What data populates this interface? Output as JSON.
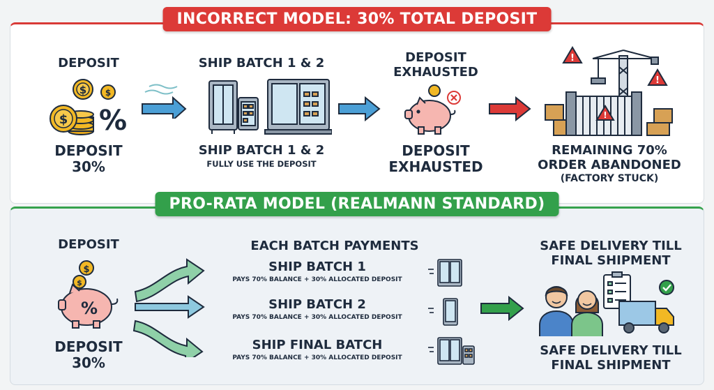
{
  "incorrect": {
    "banner": "INCORRECT MODEL: 30% TOTAL DEPOSIT",
    "deposit_title": "DEPOSIT",
    "deposit_label_1": "DEPOSIT",
    "deposit_label_2": "30%",
    "ship_title": "SHIP BATCH 1 & 2",
    "ship_label": "SHIP BATCH 1 & 2",
    "ship_sublabel": "FULLY USE THE DEPOSIT",
    "exhausted_title_1": "DEPOSIT",
    "exhausted_title_2": "EXHAUSTED",
    "exhausted_label_1": "DEPOSIT",
    "exhausted_label_2": "EXHAUSTED",
    "abandoned_label_1": "REMAINING 70%",
    "abandoned_label_2": "ORDER ABANDONED",
    "abandoned_label_3": "(FACTORY STUCK)"
  },
  "prorata": {
    "banner": "PRO-RATA MODEL (REALMANN STANDARD)",
    "deposit_title": "DEPOSIT",
    "deposit_label_1": "DEPOSIT",
    "deposit_label_2": "30%",
    "batch_heading": "EACH BATCH PAYMENTS",
    "batches": [
      {
        "title": "SHIP BATCH 1",
        "detail": "PAYS 70% BALANCE + 30% ALLOCATED DEPOSIT"
      },
      {
        "title": "SHIP BATCH 2",
        "detail": "PAYS 70% BALANCE + 30% ALLOCATED DEPOSIT"
      },
      {
        "title": "SHIP FINAL BATCH",
        "detail": "PAYS 70% BALANCE + 30% ALLOCATED DEPOSIT"
      }
    ],
    "safe_title_1": "SAFE DELIVERY TILL",
    "safe_title_2": "FINAL SHIPMENT",
    "safe_label_1": "SAFE DELIVERY TILL",
    "safe_label_2": "FINAL SHIPMENT"
  },
  "colors": {
    "incorrect_accent": "#dc3a37",
    "prorata_accent": "#33a04b",
    "arrow_blue": "#4b9fd6",
    "coin_gold": "#f2b824",
    "piggy_pink": "#f6b6b0"
  },
  "icons": [
    "coins-percent-icon",
    "fridge-batch-icon",
    "piggy-bank-empty-icon",
    "factory-stuck-icon",
    "piggy-bank-icon",
    "fridge-icon",
    "team-delivery-icon"
  ]
}
